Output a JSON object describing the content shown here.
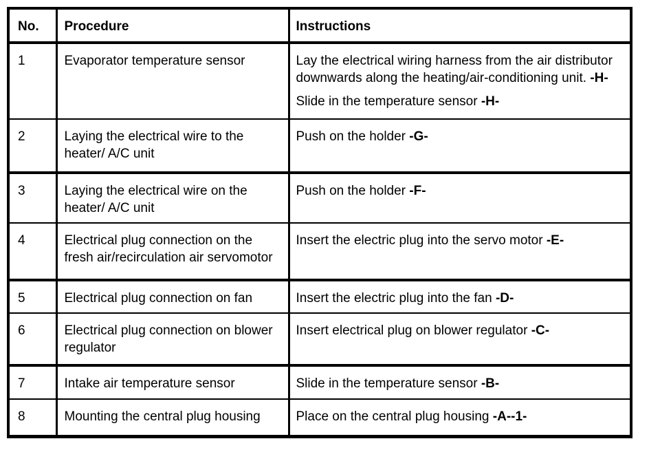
{
  "colors": {
    "border": "#000000",
    "background": "#ffffff",
    "text": "#000000"
  },
  "table": {
    "headers": [
      {
        "label": "No."
      },
      {
        "label": "Procedure"
      },
      {
        "label": "Instructions"
      }
    ],
    "rows": [
      {
        "no": "1",
        "procedure": "Evaporator temperature sensor",
        "instructions": [
          {
            "text": "Lay the electrical wiring harness from the air distributor downwards along the heating/air-conditioning unit. ",
            "marker": "-H-"
          },
          {
            "text": "Slide in the temperature sensor ",
            "marker": "-H-"
          }
        ]
      },
      {
        "no": "2",
        "procedure": "Laying the electrical wire to the heater/ A/C unit",
        "instructions": [
          {
            "text": "Push on the holder ",
            "marker": "-G-"
          }
        ]
      },
      {
        "no": "3",
        "procedure": "Laying the electrical wire on the heater/ A/C unit",
        "instructions": [
          {
            "text": "Push on the holder ",
            "marker": "-F-"
          }
        ]
      },
      {
        "no": "4",
        "procedure": "Electrical plug connection on the fresh air/recirculation air servomotor",
        "instructions": [
          {
            "text": "Insert the electric plug into the servo motor ",
            "marker": "-E-"
          }
        ]
      },
      {
        "no": "5",
        "procedure": "Electrical plug connection on fan",
        "instructions": [
          {
            "text": "Insert the electric plug into the fan ",
            "marker": "-D-"
          }
        ]
      },
      {
        "no": "6",
        "procedure": "Electrical plug connection on blower regulator",
        "instructions": [
          {
            "text": "Insert electrical plug on blower regulator ",
            "marker": "-C-"
          }
        ]
      },
      {
        "no": "7",
        "procedure": "Intake air temperature sensor",
        "instructions": [
          {
            "text": "Slide in the temperature sensor ",
            "marker": "-B-"
          }
        ]
      },
      {
        "no": "8",
        "procedure": "Mounting the central plug housing",
        "instructions": [
          {
            "text": "Place on the central plug housing ",
            "marker": "-A--1-"
          }
        ]
      }
    ]
  }
}
